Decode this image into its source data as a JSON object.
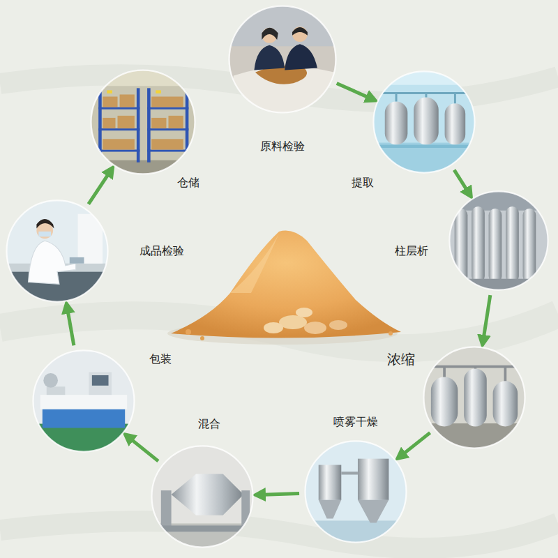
{
  "diagram": {
    "nodes": [
      {
        "text": [
          "原料检验"
        ]
      },
      {
        "text": [
          "提取"
        ]
      },
      {
        "text": [
          "柱层析"
        ]
      },
      {
        "text": [
          "浓缩"
        ]
      },
      {
        "text": [
          "喷雾干燥"
        ]
      },
      {
        "text": [
          "混合"
        ]
      },
      {
        "text": [
          "包装"
        ]
      },
      {
        "text": [
          "成品检验"
        ]
      },
      {
        "text": [
          "仓储"
        ]
      }
    ],
    "edges": [
      {
        "from": 0,
        "to": 1,
        "arrow": "to"
      },
      {
        "from": 1,
        "to": 2,
        "arrow": "to"
      },
      {
        "from": 2,
        "to": 3,
        "arrow": "to"
      },
      {
        "from": 3,
        "to": 4,
        "arrow": "to"
      },
      {
        "from": 4,
        "to": 5,
        "arrow": "to"
      },
      {
        "from": 5,
        "to": 6,
        "arrow": "to"
      },
      {
        "from": 6,
        "to": 7,
        "arrow": "to"
      },
      {
        "from": 7,
        "to": 8,
        "arrow": "to"
      }
    ]
  }
}
